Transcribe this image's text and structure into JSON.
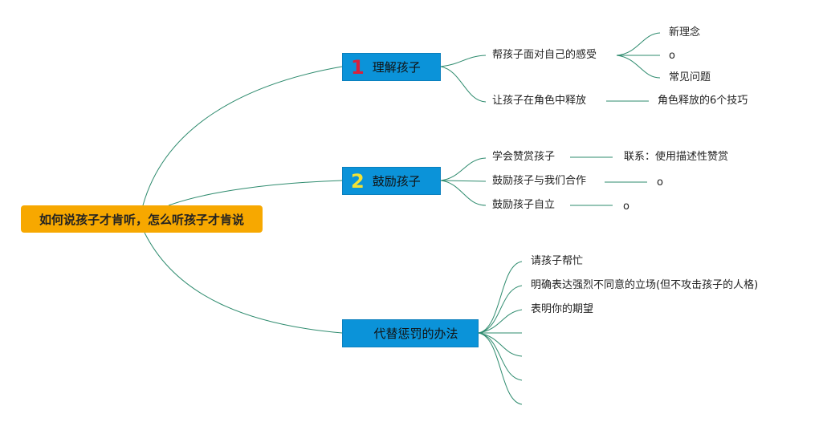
{
  "root": {
    "label": "如何说孩子才肯听，怎么听孩子才肯说"
  },
  "branches": [
    {
      "badge": "1",
      "label": "理解孩子",
      "children": [
        {
          "label": "帮孩子面对自己的感受",
          "children": [
            "新理念",
            "o",
            "常见问题"
          ]
        },
        {
          "label": "让孩子在角色中释放",
          "children": [
            "角色释放的6个技巧"
          ]
        }
      ]
    },
    {
      "badge": "2",
      "label": "鼓励孩子",
      "children": [
        {
          "label": "学会赞赏孩子",
          "children": [
            "联系：使用描述性赞赏"
          ]
        },
        {
          "label": "鼓励孩子与我们合作",
          "children": [
            "o"
          ]
        },
        {
          "label": "鼓励孩子自立",
          "children": [
            "o"
          ]
        }
      ]
    },
    {
      "label": "代替惩罚的办法",
      "children": [
        "请孩子帮忙",
        "明确表达强烈不同意的立场(但不攻击孩子的人格)",
        "表明你的期望",
        "",
        "",
        "",
        ""
      ]
    }
  ],
  "colors": {
    "root_fill": "#f7a800",
    "branch_fill": "#0b93d9",
    "connector": "#2e8b6e",
    "badge1": "#d8213b",
    "badge2": "#f3e235"
  }
}
